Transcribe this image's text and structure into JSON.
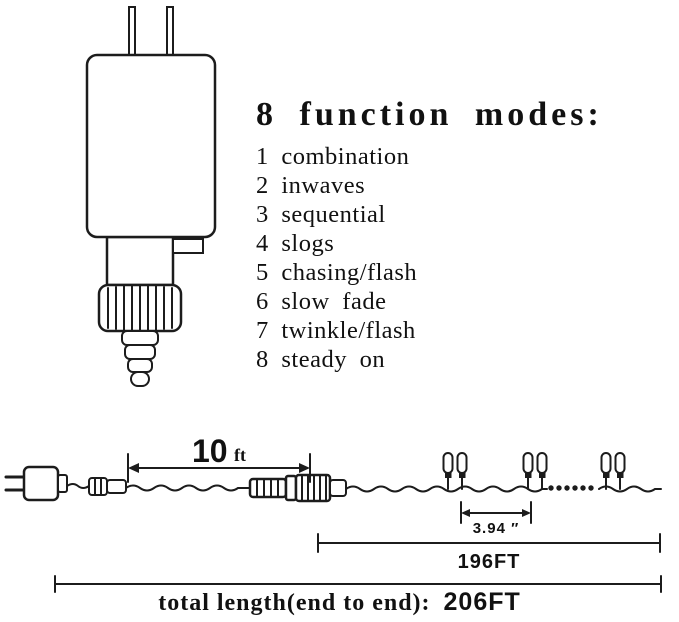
{
  "modes": {
    "title": "8 function modes:",
    "items": [
      "1 combination",
      "2 inwaves",
      "3 sequential",
      "4 slogs",
      "5 chasing/flash",
      "6 slow fade",
      "7 twinkle/flash",
      "8 steady on"
    ]
  },
  "measurements": {
    "lead_length_value": "10",
    "lead_length_unit": "ft",
    "bulb_spacing": "3.94 ″",
    "lit_length": "196FT",
    "total_length_label": "total length(end to end):",
    "total_length_value": "206FT"
  },
  "colors": {
    "line": "#1c1c1c",
    "background": "#ffffff"
  }
}
